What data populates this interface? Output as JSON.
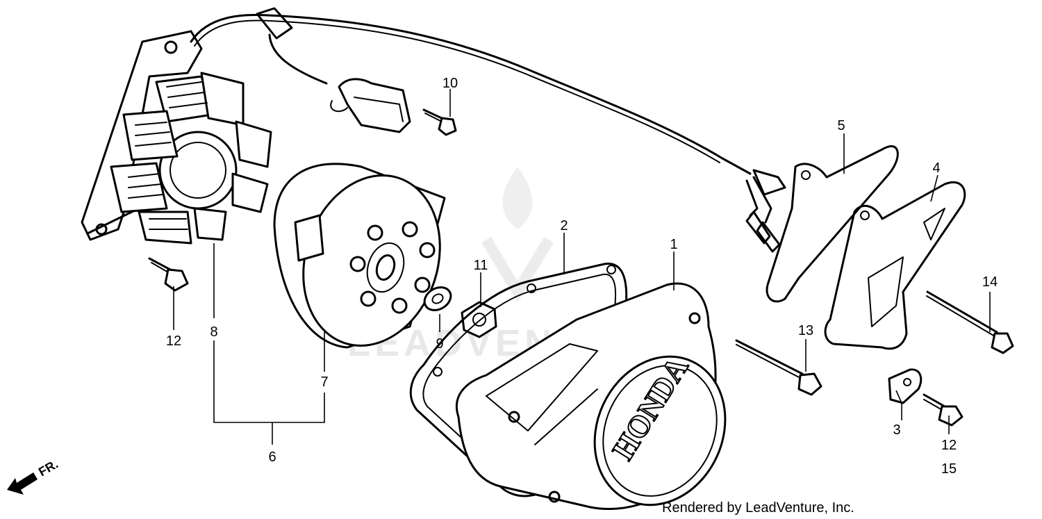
{
  "callouts": [
    {
      "id": "c1",
      "text": "1"
    },
    {
      "id": "c2",
      "text": "2"
    },
    {
      "id": "c3",
      "text": "3"
    },
    {
      "id": "c4",
      "text": "4"
    },
    {
      "id": "c5",
      "text": "5"
    },
    {
      "id": "c6",
      "text": "6"
    },
    {
      "id": "c7",
      "text": "7"
    },
    {
      "id": "c8",
      "text": "8"
    },
    {
      "id": "c9",
      "text": "9"
    },
    {
      "id": "c10",
      "text": "10"
    },
    {
      "id": "c11",
      "text": "11"
    },
    {
      "id": "c12a",
      "text": "12"
    },
    {
      "id": "c12b",
      "text": "12"
    },
    {
      "id": "c13",
      "text": "13"
    },
    {
      "id": "c14",
      "text": "14"
    },
    {
      "id": "c15",
      "text": "15"
    }
  ],
  "cover_brand": "HONDA",
  "direction_marker": "FR.",
  "watermark": "LEADVENTURE",
  "credit": "Rendered by LeadVenture, Inc."
}
